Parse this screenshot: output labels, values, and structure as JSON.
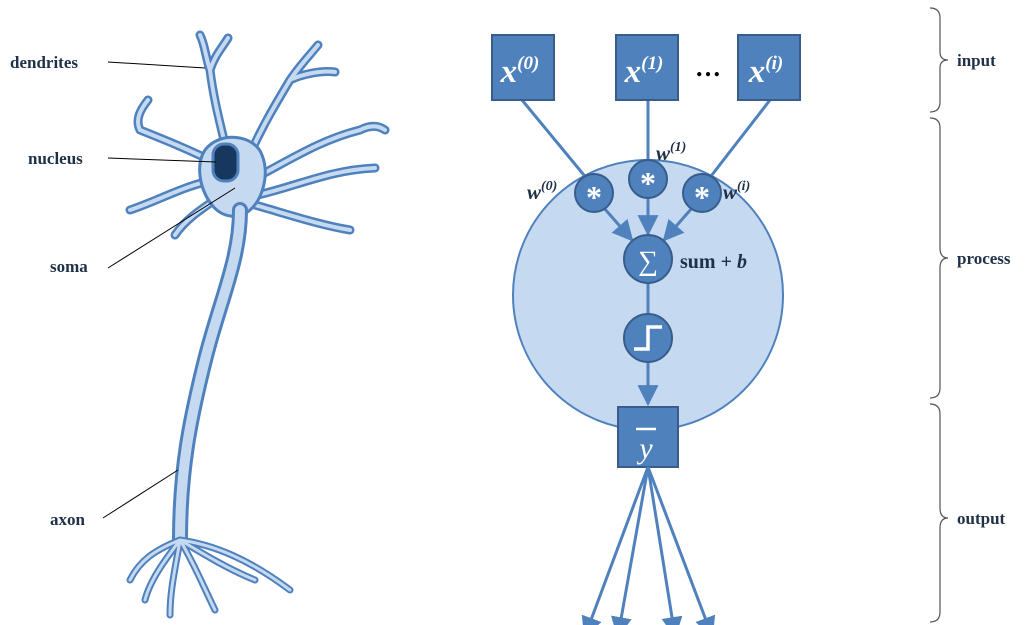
{
  "neuron_labels": {
    "dendrites": "dendrites",
    "nucleus": "nucleus",
    "soma": "soma",
    "axon": "axon"
  },
  "inputs": [
    {
      "base": "x",
      "sup": "(0)"
    },
    {
      "base": "x",
      "sup": "(1)"
    },
    {
      "base": "x",
      "sup": "(i)"
    }
  ],
  "ellipsis": "…",
  "weights": [
    {
      "base": "w",
      "sup": "(0)"
    },
    {
      "base": "w",
      "sup": "(1)"
    },
    {
      "base": "w",
      "sup": "(i)"
    }
  ],
  "multiply_symbol": "*",
  "sum_symbol": "∑",
  "sum_label": {
    "text": "sum + ",
    "bias": "b"
  },
  "output": {
    "symbol": "y"
  },
  "stages": {
    "input": "input",
    "process": "process",
    "output": "output"
  },
  "colors": {
    "box_fill": "#4f81bd",
    "box_stroke": "#385d8a",
    "line": "#4f81bd",
    "neuron_fill": "#c5d9f1",
    "neuron_stroke": "#4f81bd",
    "nucleus": "#17375e",
    "text_dark": "#1f3147"
  }
}
